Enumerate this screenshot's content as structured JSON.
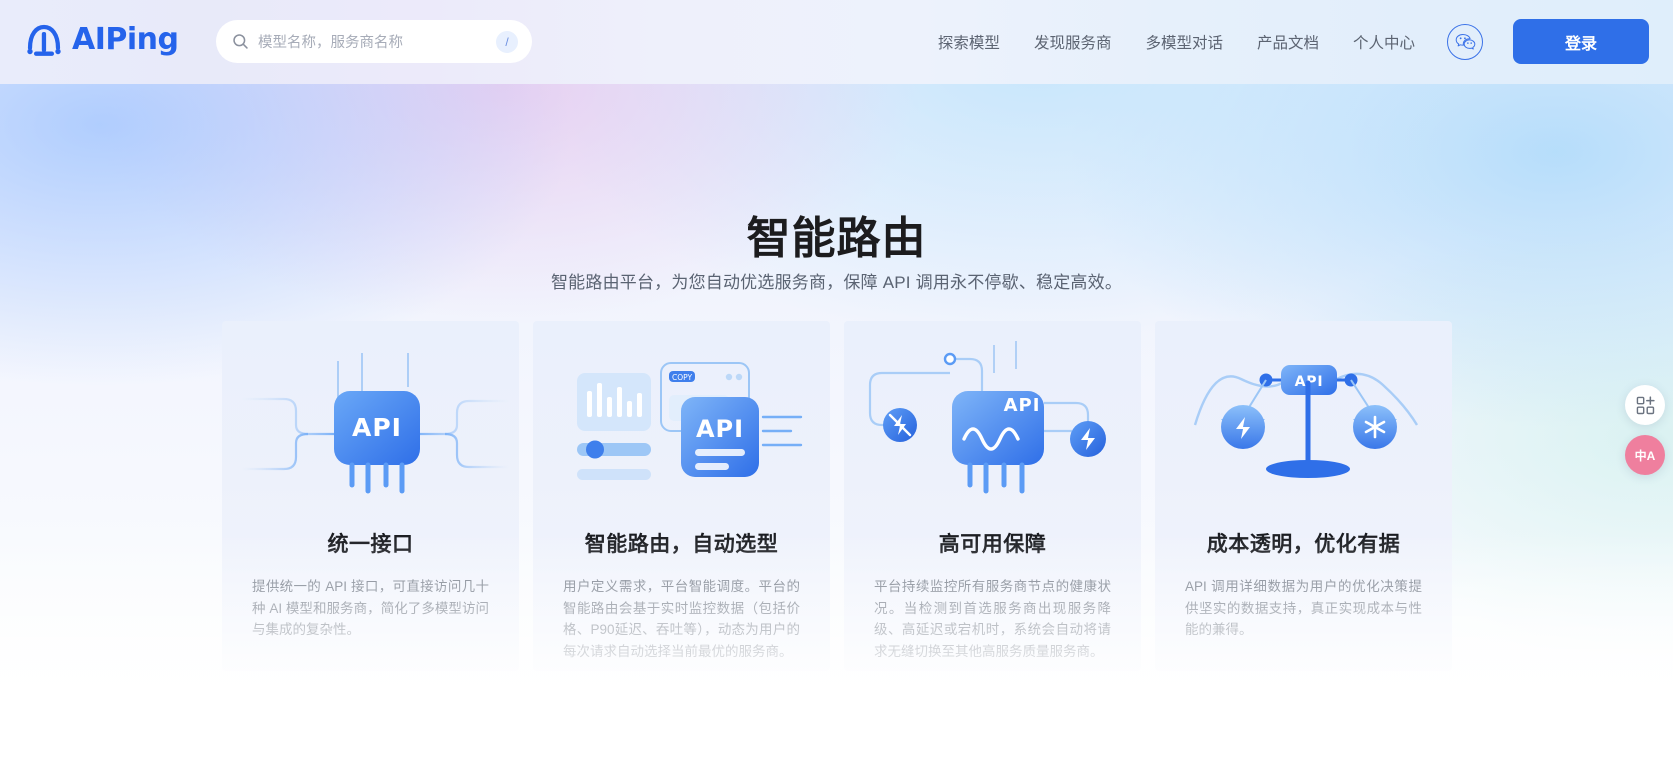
{
  "header": {
    "logo": {
      "icon": "aiping-logo-icon",
      "text": "AIPing"
    },
    "search": {
      "icon": "search-icon",
      "placeholder": "模型名称，服务商名称",
      "value": "",
      "shortcut": "/"
    },
    "nav_items": [
      {
        "label": "探索模型"
      },
      {
        "label": "发现服务商"
      },
      {
        "label": "多模型对话"
      },
      {
        "label": "产品文档"
      },
      {
        "label": "个人中心"
      }
    ],
    "wechat": {
      "icon": "wechat-icon"
    },
    "login_label": "登录",
    "colors": {
      "brand": "#2563eb",
      "login_bg": "#2f6fe8"
    }
  },
  "hero": {
    "title": "智能路由",
    "subtitle": "智能路由平台，为您自动优选服务商，保障 API 调用永不停歇、稳定高效。"
  },
  "cards": [
    {
      "art": "api-unified-interface-illustration",
      "title": "统一接口",
      "desc": "提供统一的 API 接口，可直接访问几十种 AI 模型和服务商，简化了多模型访问与集成的复杂性。"
    },
    {
      "art": "smart-routing-illustration",
      "title": "智能路由，自动选型",
      "desc": "用户定义需求，平台智能调度。平台的智能路由会基于实时监控数据（包括价格、P90延迟、吞吐等），动态为用户的每次请求自动选择当前最优的服务商。"
    },
    {
      "art": "high-availability-illustration",
      "title": "高可用保障",
      "desc": "平台持续监控所有服务商节点的健康状况。当检测到首选服务商出现服务降级、高延迟或宕机时，系统会自动将请求无缝切换至其他高服务质量服务商。"
    },
    {
      "art": "cost-transparency-illustration",
      "title": "成本透明，优化有据",
      "desc": "API 调用详细数据为用户的优化决策提供坚实的数据支持，真正实现成本与性能的兼得。"
    }
  ],
  "side_dock": [
    {
      "icon": "apps-grid-icon",
      "label": ""
    },
    {
      "icon": "language-toggle-icon",
      "label": "中A"
    }
  ]
}
